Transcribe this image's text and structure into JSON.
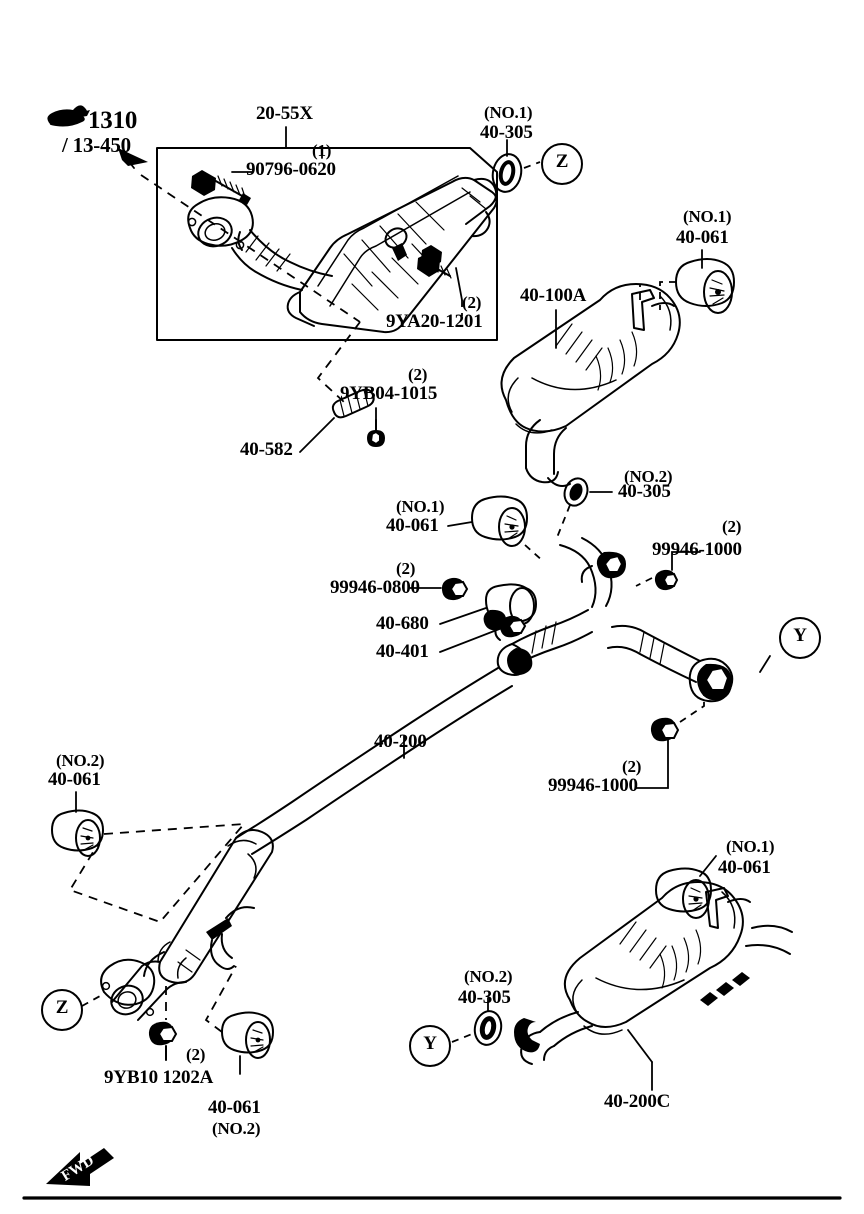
{
  "document": {
    "type": "exhaust-system-parts-diagram",
    "section_reference": "1310",
    "section_reference_sub": "/ 13-450",
    "orientation_marker": "FWD",
    "pointer_icon": "pointing-hand-icon"
  },
  "callouts": {
    "cat_group_label": "20-55X",
    "cat_group_qty": "(1)",
    "cat_bolt_upper": "90796-0620",
    "cat_bolt_lower": "9YA20-1201",
    "cat_bolt_lower_qty": "(2)",
    "spring_bolt": "9YB04-1015",
    "spring_bolt_qty": "(2)",
    "spring": "40-582",
    "gasket_top": "40-305",
    "gasket_top_no": "(NO.1)",
    "ring_marker_top": "Z",
    "hanger_top_right": "40-061",
    "hanger_top_right_no": "(NO.1)",
    "front_muffler": "40-100A",
    "gasket_mid": "40-305",
    "gasket_mid_no": "(NO.2)",
    "hanger_mid_left": "40-061",
    "hanger_mid_left_no": "(NO.1)",
    "clamp_nut_mid": "99946-0800",
    "clamp_nut_mid_qty": "(2)",
    "bracket_mid": "40-680",
    "insulator_mid": "40-401",
    "nut_upper_right": "99946-1000",
    "nut_upper_right_qty": "(2)",
    "nut_lower_right": "99946-1000",
    "nut_lower_right_qty": "(2)",
    "ring_marker_right": "Y",
    "center_pipe": "40-200",
    "hanger_lower_left": "40-061",
    "hanger_lower_left_no": "(NO.2)",
    "ring_marker_lower_left": "Z",
    "front_pipe_nut": "9YB10 1202A",
    "front_pipe_nut_qty": "(2)",
    "hanger_bottom_left": "40-061",
    "hanger_bottom_left_no": "(NO.2)",
    "gasket_bottom": "40-305",
    "gasket_bottom_no": "(NO.2)",
    "ring_marker_bottom": "Y",
    "hanger_bottom_right": "40-061",
    "hanger_bottom_right_no": "(NO.1)",
    "rear_muffler": "40-200C"
  },
  "colors": {
    "ink": "#000000",
    "paper": "#ffffff"
  }
}
